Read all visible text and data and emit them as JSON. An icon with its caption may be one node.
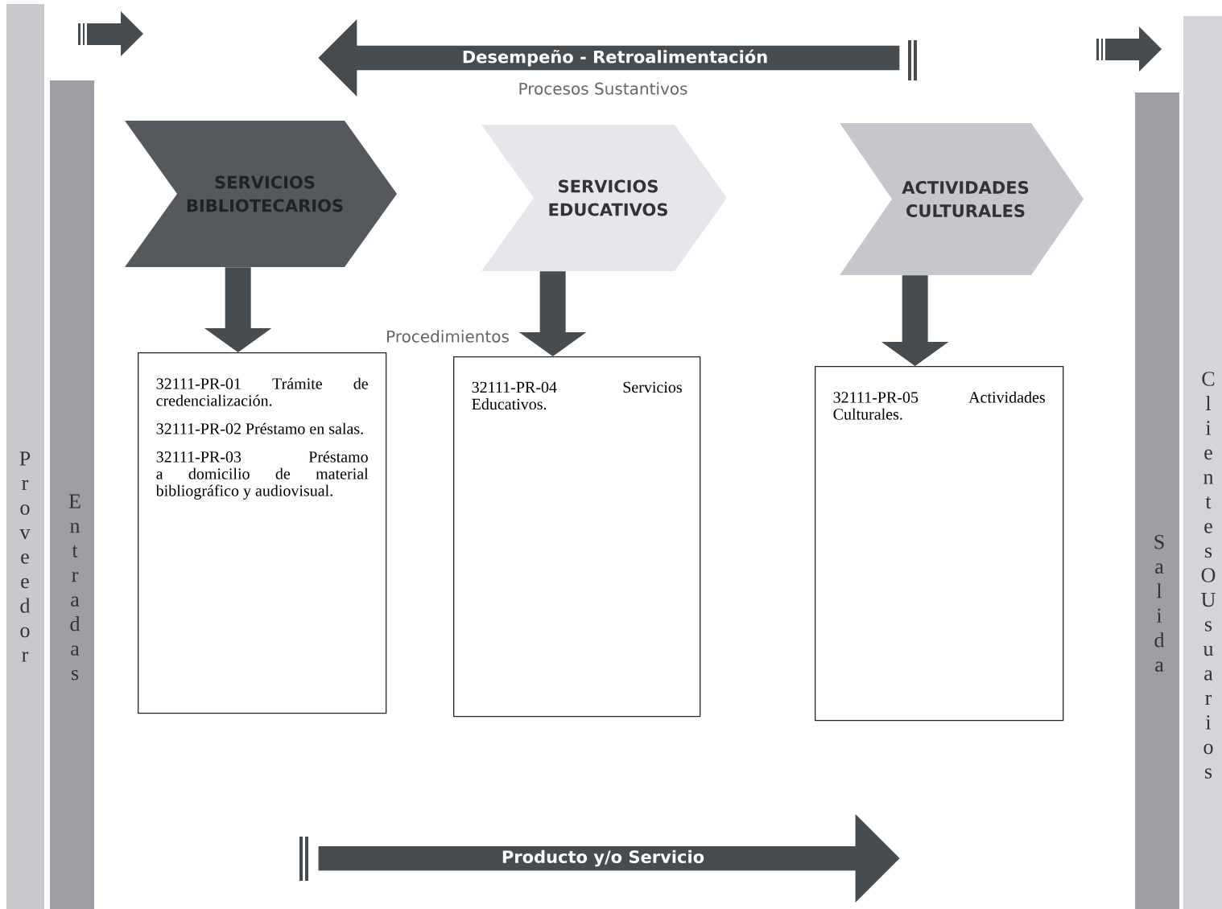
{
  "diagram": {
    "nodes": [
      {
        "text": [
          "Proveedor"
        ]
      },
      {
        "text": [
          "Entradas"
        ]
      },
      {
        "text": [
          "Desempeño - Retroalimentación"
        ]
      },
      {
        "text": [
          "SERVICIOS BIBLIOTECARIOS"
        ]
      },
      {
        "text": [
          "SERVICIOS EDUCATIVOS"
        ]
      },
      {
        "text": [
          "ACTIVIDADES CULTURALES"
        ]
      },
      {
        "text": [
          "32111-PR-01 Trámite de credencialización.",
          "32111-PR-02 Préstamo en salas.",
          "32111-PR-03 Préstamo a domicilio de material bibliográfico y audiovisual."
        ]
      },
      {
        "text": [
          "32111-PR-04 Servicios Educativos."
        ]
      },
      {
        "text": [
          "32111-PR-05 Actividades Culturales."
        ]
      },
      {
        "text": [
          "Producto y/o Servicio"
        ]
      },
      {
        "text": [
          "Salida"
        ]
      },
      {
        "text": [
          "Clientes O Usuarios"
        ]
      }
    ],
    "edges": [
      {
        "from": 3,
        "to": 6,
        "arrow": "to"
      },
      {
        "from": 4,
        "to": 7,
        "arrow": "to"
      },
      {
        "from": 5,
        "to": 8,
        "arrow": "to"
      }
    ],
    "labels": [
      "Procesos Sustantivos",
      "Procedimientos"
    ]
  }
}
